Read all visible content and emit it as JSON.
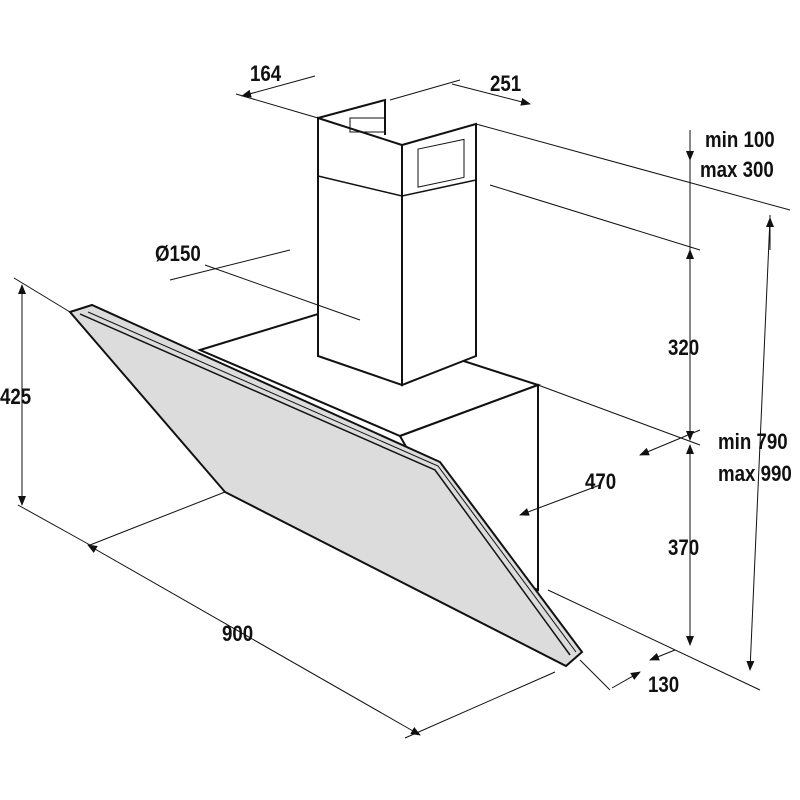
{
  "dimensions": {
    "chimney_depth": "164",
    "chimney_width": "251",
    "top_gap_min": "min 100",
    "top_gap_max": "max 300",
    "duct_diameter": "Ø150",
    "chimney_height": "320",
    "panel_height": "425",
    "total_height_min": "min 790",
    "total_height_max": "max 990",
    "body_depth": "470",
    "body_height": "370",
    "width": "900",
    "bottom_depth": "130"
  },
  "colors": {
    "line": "#111111",
    "glass": "#dcdcdc",
    "background": "#ffffff"
  }
}
